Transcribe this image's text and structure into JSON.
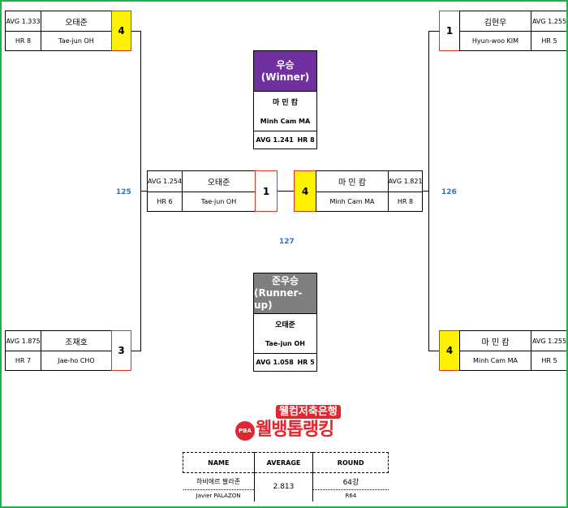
{
  "left_top": {
    "avg": "AVG 1.333",
    "hr": "HR 8",
    "name_kr": "오태준",
    "name_en": "Tae-jun OH",
    "score": "4"
  },
  "left_bottom": {
    "avg": "AVG 1.875",
    "hr": "HR 7",
    "name_kr": "조재호",
    "name_en": "Jae-ho CHO",
    "score": "3"
  },
  "right_top": {
    "avg": "AVG 1.255",
    "hr": "HR 5",
    "name_kr": "김현우",
    "name_en": "Hyun-woo KIM",
    "score": "1"
  },
  "right_bottom": {
    "avg": "AVG 1.255",
    "hr": "HR 5",
    "name_kr": "마 민 캄",
    "name_en": "Minh Cam MA",
    "score": "4"
  },
  "final_left": {
    "avg": "AVG 1.254",
    "hr": "HR 6",
    "name_kr": "오태준",
    "name_en": "Tae-jun OH",
    "score": "1"
  },
  "final_right": {
    "avg": "AVG 1.821",
    "hr": "HR 8",
    "name_kr": "마 민 캄",
    "name_en": "Minh Cam MA",
    "score": "4"
  },
  "match_numbers": {
    "left": "125",
    "right": "126",
    "final": "127"
  },
  "winner": {
    "title_kr": "우승",
    "title_en": "(Winner)",
    "name_kr": "마 민 캄",
    "name_en": "Minh Cam MA",
    "avg": "AVG 1.241",
    "hr": "HR 8"
  },
  "runner_up": {
    "title_kr": "준우승",
    "title_en": "(Runner-up)",
    "name_kr": "오태준",
    "name_en": "Tae-jun OH",
    "avg": "AVG 1.058",
    "hr": "HR 5"
  },
  "sponsor": {
    "line1": "웰컴저축은행",
    "line2": "웰뱅톱랭킹",
    "badge": "PBA"
  },
  "stats_table": {
    "headers": [
      "NAME",
      "AVERAGE",
      "ROUND"
    ],
    "name_kr": "하비에르 팔라존",
    "name_en": "Javier PALAZON",
    "average": "2.813",
    "round_kr": "64강",
    "round_en": "R64"
  },
  "colors": {
    "winner": "#7030a0",
    "runner_up": "#7f7f7f",
    "highlight": "#fff200",
    "score_border": "#d9361b",
    "match_number": "#2e75b6",
    "frame": "#22b14c",
    "sponsor": "#e0262e"
  }
}
